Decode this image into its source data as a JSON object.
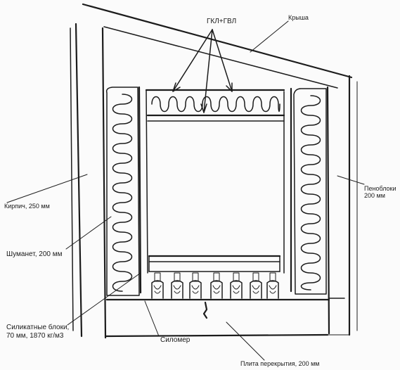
{
  "labels": {
    "gkl_gvl": "ГКЛ+ГВЛ",
    "roof": "Крыша",
    "foam_blocks": "Пеноблоки\n200 мм",
    "brick": "Кирпич, 250 мм",
    "shumanet": "Шуманет, 200 мм",
    "silicate_blocks": "Силикатные блоки,\n70 мм, 1870 кг/м3",
    "silomer": "Силомер",
    "floor_slab": "Плита перекрытия, 200 мм"
  }
}
